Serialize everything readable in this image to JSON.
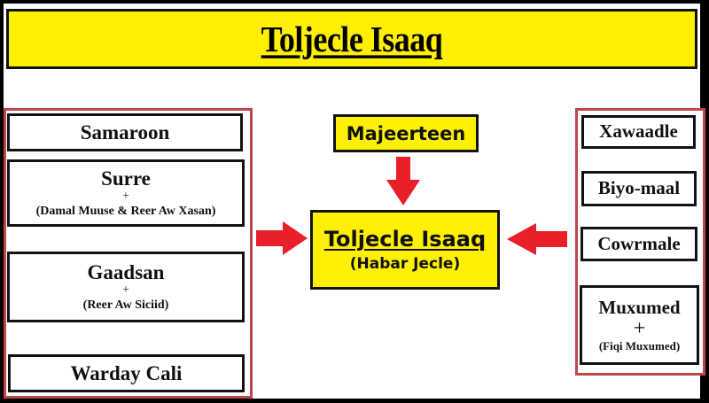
{
  "banner": {
    "title": "Toljecle Isaaq"
  },
  "left_group": {
    "items": [
      {
        "name": "Samaroon"
      },
      {
        "name": "Surre",
        "plus": "+",
        "sub": "(Damal Muuse & Reer Aw Xasan)"
      },
      {
        "name": "Gaadsan",
        "plus": "+",
        "sub": "(Reer Aw Siciid)"
      },
      {
        "name": "Warday Cali"
      }
    ]
  },
  "top_node": {
    "name": "Majeerteen"
  },
  "center_node": {
    "title": "Toljecle Isaaq",
    "subtitle": "(Habar Jecle)"
  },
  "right_group": {
    "items": [
      {
        "name": "Xawaadle"
      },
      {
        "name": "Biyo-maal"
      },
      {
        "name": "Cowrmale"
      },
      {
        "name": "Muxumed",
        "plus": "+",
        "sub": "(Fiqi Muxumed)"
      }
    ]
  },
  "colors": {
    "banner_yellow": "#ffef00",
    "arrow_red": "#e8202a",
    "frame_red": "#c0454d",
    "border_black": "#111111"
  }
}
